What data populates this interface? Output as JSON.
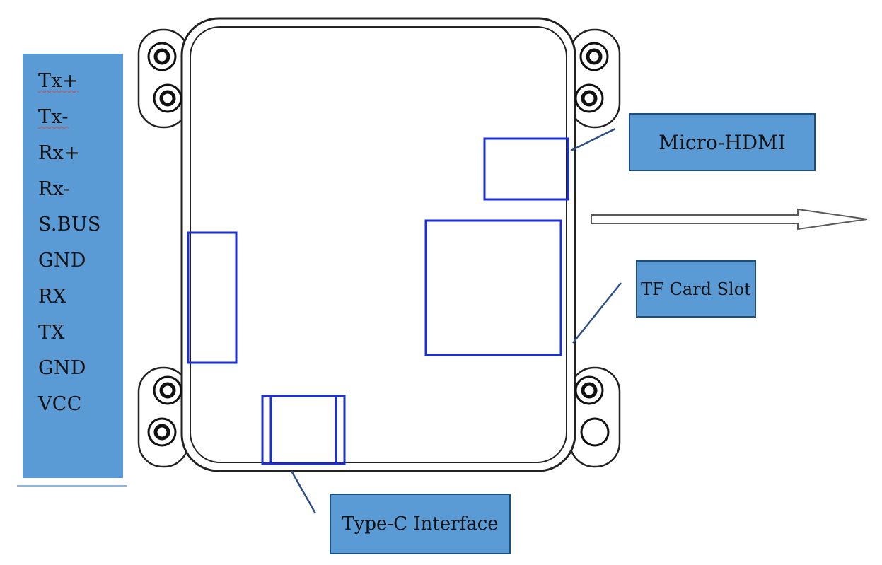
{
  "pinout": {
    "labels": [
      "Tx+",
      "Tx-",
      "Rx+",
      "Rx-",
      "S.BUS",
      "GND",
      "RX",
      "TX",
      "GND",
      "VCC"
    ]
  },
  "callouts": {
    "micro_hdmi": "Micro-HDMI",
    "tf_card_slot": "TF Card Slot",
    "type_c_interface": "Type-C Interface"
  },
  "colors": {
    "panel_fill": "#5b9bd5",
    "panel_border": "#1f4e79",
    "highlight_outline": "#1a2fd6",
    "board_outline": "#222222",
    "leader_line": "#2e4f8a"
  }
}
